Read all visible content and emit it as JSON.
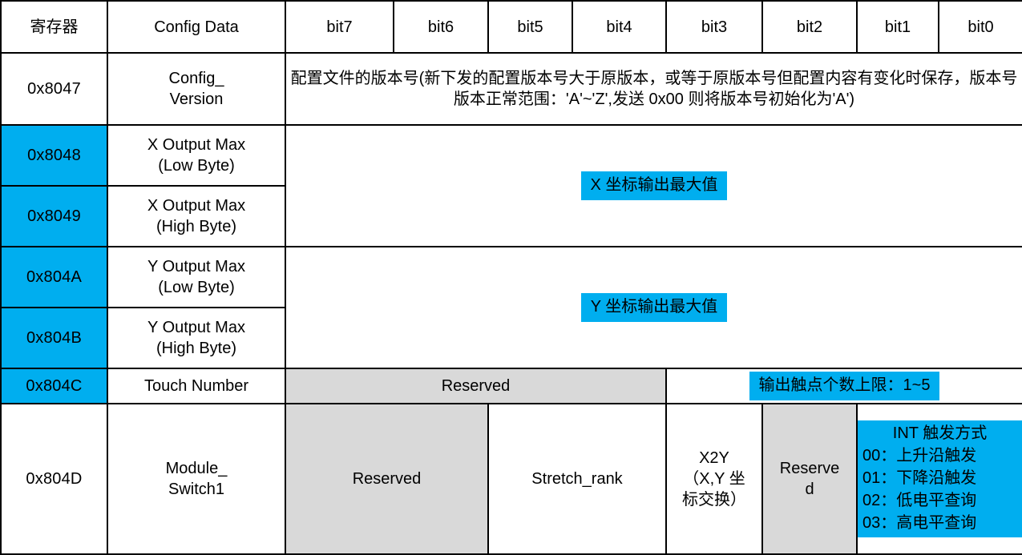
{
  "table": {
    "headers": {
      "register": "寄存器",
      "config_data": "Config Data",
      "bit7": "bit7",
      "bit6": "bit6",
      "bit5": "bit5",
      "bit4": "bit4",
      "bit3": "bit3",
      "bit2": "bit2",
      "bit1": "bit1",
      "bit0": "bit0"
    },
    "rows": {
      "row_8047": {
        "register": "0x8047",
        "config_line1": "Config_",
        "config_line2": "Version",
        "description": "配置文件的版本号(新下发的配置版本号大于原版本，或等于原版本号但配置内容有变化时保存，版本号版本正常范围：'A'~'Z',发送 0x00 则将版本号初始化为'A')"
      },
      "row_8048": {
        "register": "0x8048",
        "config_line1": "X Output Max",
        "config_line2": "(Low Byte)"
      },
      "row_8049": {
        "register": "0x8049",
        "config_line1": "X Output Max",
        "config_line2": "(High Byte)"
      },
      "row_x_value": {
        "highlight": "X 坐标输出最大值"
      },
      "row_804a": {
        "register": "0x804A",
        "config_line1": "Y Output Max",
        "config_line2": "(Low Byte)"
      },
      "row_804b": {
        "register": "0x804B",
        "config_line1": "Y Output Max",
        "config_line2": "(High Byte)"
      },
      "row_y_value": {
        "highlight": "Y 坐标输出最大值"
      },
      "row_804c": {
        "register": "0x804C",
        "config": "Touch Number",
        "reserved": "Reserved",
        "highlight": "输出触点个数上限：1~5"
      },
      "row_804d": {
        "register": "0x804D",
        "config_line1": "Module_",
        "config_line2": "Switch1",
        "reserved_left": "Reserved",
        "stretch_rank": "Stretch_rank",
        "x2y_line1": "X2Y",
        "x2y_line2": "（X,Y 坐",
        "x2y_line3": "标交换）",
        "reserved_right_line1": "Reserve",
        "reserved_right_line2": "d",
        "int_title": "INT 触发方式",
        "int_options": [
          "00：上升沿触发",
          "01：下降沿触发",
          "02：低电平查询",
          "03：高电平查询"
        ]
      }
    }
  },
  "colors": {
    "highlight_blue": "#00AEEF",
    "reserved_gray": "#D9D9D9",
    "border_black": "#000000",
    "background_white": "#FFFFFF"
  }
}
